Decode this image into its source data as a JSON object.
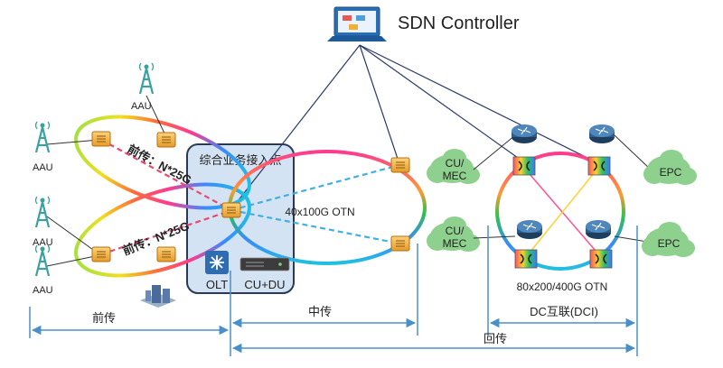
{
  "controller": {
    "label": "SDN Controller"
  },
  "aau": {
    "label": "AAU"
  },
  "fronthaul": {
    "top_link_label": "前传：N*25G",
    "bottom_link_label": "前传：N*25G"
  },
  "access_point": {
    "label": "综合业务接入点"
  },
  "core_ring": {
    "label": "40x100G OTN"
  },
  "olt": {
    "label": "OLT"
  },
  "cudu": {
    "label": "CU+DU"
  },
  "cu_mec": {
    "label_line1": "CU/",
    "label_line2": "MEC"
  },
  "epc": {
    "label": "EPC"
  },
  "dci_ring": {
    "label": "80x200/400G OTN"
  },
  "spans": {
    "fronthaul": "前传",
    "midhaul": "中传",
    "dci": "DC互联(DCI)",
    "backhaul": "回传"
  },
  "colors": {
    "arrow": "#4a90c8",
    "access_box_fill": "#d4e3f3",
    "cloud": "#8ed08e",
    "otn_box": "#f5b84a",
    "router": "#2f5d8a"
  }
}
